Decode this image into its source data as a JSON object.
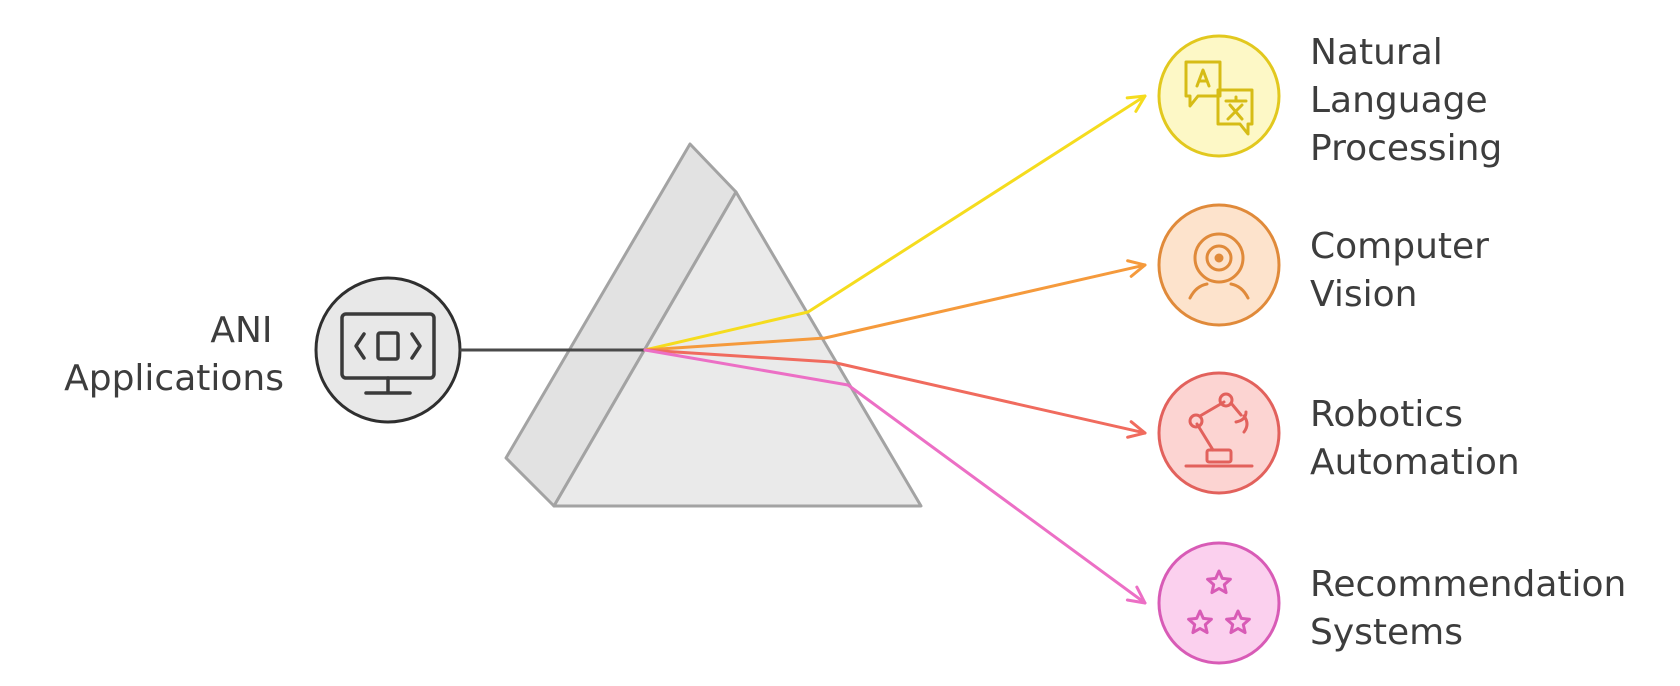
{
  "source": {
    "label_lines": [
      "ANI",
      "Applications"
    ],
    "icon": "monitor-code-icon"
  },
  "outputs": [
    {
      "label_lines": [
        "Natural",
        "Language",
        "Processing"
      ],
      "icon": "translate-icon",
      "color": "#f5dc1e",
      "fill": "#fdf8c6",
      "stroke": "#e2c81e"
    },
    {
      "label_lines": [
        "Computer",
        "Vision"
      ],
      "icon": "webcam-icon",
      "color": "#f59a3c",
      "fill": "#fde3cc",
      "stroke": "#e08a3a"
    },
    {
      "label_lines": [
        "Robotics",
        "Automation"
      ],
      "icon": "robot-arm-icon",
      "color": "#f06b5e",
      "fill": "#fcd4d2",
      "stroke": "#e2615c"
    },
    {
      "label_lines": [
        "Recommendation",
        "Systems"
      ],
      "icon": "stars-icon",
      "color": "#ec6fc5",
      "fill": "#fbd0ee",
      "stroke": "#d85bb6"
    }
  ],
  "colors": {
    "prism_fill": "#e9e9e9",
    "prism_stroke": "#a3a3a3",
    "source_fill": "#e8e8e8",
    "source_stroke": "#2f2f2f",
    "input_line": "#4a4a4a"
  }
}
